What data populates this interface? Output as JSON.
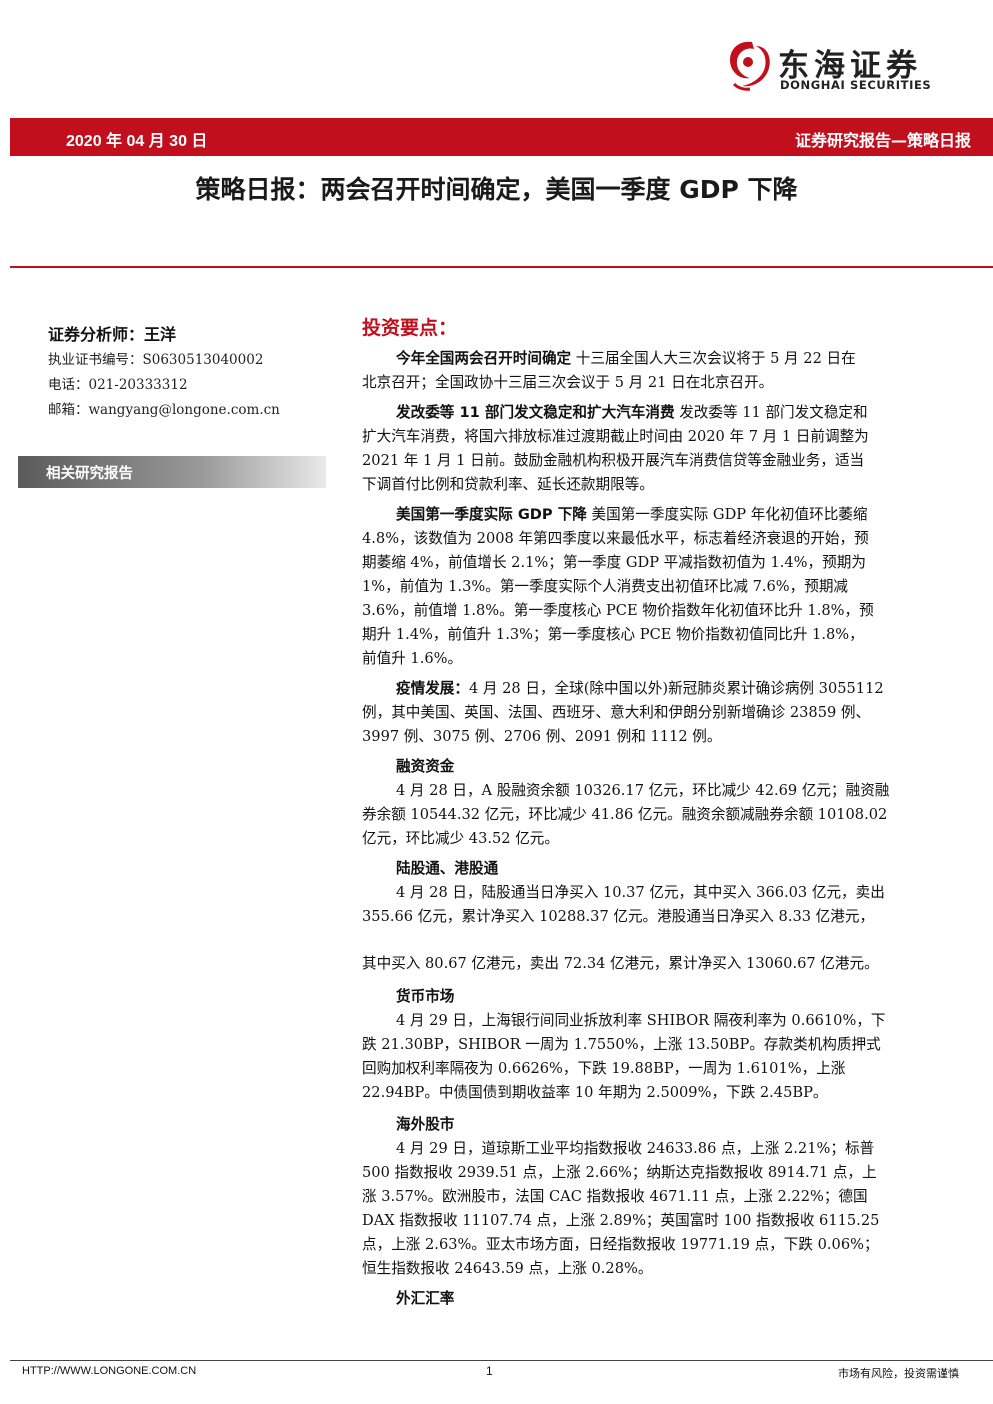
{
  "header": {
    "logo_cn": "东海证券",
    "logo_en": "DONGHAI SECURITIES",
    "date": "2020 年 04 月 30 日",
    "report_type": "证券研究报告—策略日报",
    "title": "策略日报：两会召开时间确定，美国一季度 GDP 下降"
  },
  "sidebar": {
    "analyst": "证券分析师：王洋",
    "cert": "执业证书编号：S0630513040002",
    "phone": "电话：021-20333312",
    "email": "邮箱：wangyang@longone.com.cn",
    "related": "相关研究报告"
  },
  "main": {
    "section_title": "投资要点：",
    "lines": [
      {
        "bold": "今年全国两会召开时间确定",
        "text": " 十三届全国人大三次会议将于 5 月 22 日在",
        "indent": 1
      },
      {
        "bold": "",
        "text": "北京召开；全国政协十三届三次会议于 5 月 21 日在北京召开。",
        "indent": 0
      },
      {
        "bold": "发改委等 11 部门发文稳定和扩大汽车消费",
        "text": " 发改委等 11 部门发文稳定和",
        "indent": 1
      },
      {
        "bold": "",
        "text": "扩大汽车消费，将国六排放标准过渡期截止时间由 2020 年 7 月 1 日前调整为",
        "indent": 0
      },
      {
        "bold": "",
        "text": "2021 年 1 月 1 日前。鼓励金融机构积极开展汽车消费信贷等金融业务，适当",
        "indent": 0
      },
      {
        "bold": "",
        "text": "下调首付比例和贷款利率、延长还款期限等。",
        "indent": 0
      },
      {
        "bold": "美国第一季度实际 GDP 下降",
        "text": " 美国第一季度实际 GDP 年化初值环比萎缩",
        "indent": 1
      },
      {
        "bold": "",
        "text": "4.8%，该数值为 2008 年第四季度以来最低水平，标志着经济衰退的开始，预",
        "indent": 0
      },
      {
        "bold": "",
        "text": "期萎缩 4%，前值增长 2.1%；第一季度 GDP 平减指数初值为 1.4%，预期为",
        "indent": 0
      },
      {
        "bold": "",
        "text": "1%，前值为 1.3%。第一季度实际个人消费支出初值环比减 7.6%，预期减",
        "indent": 0
      },
      {
        "bold": "",
        "text": "3.6%，前值增 1.8%。第一季度核心 PCE 物价指数年化初值环比升 1.8%，预",
        "indent": 0
      },
      {
        "bold": "",
        "text": "期升 1.4%，前值升 1.3%；第一季度核心 PCE 物价指数初值同比升 1.8%，",
        "indent": 0
      },
      {
        "bold": "",
        "text": "前值升 1.6%。",
        "indent": 0
      },
      {
        "bold": "疫情发展：",
        "text": "4 月 28 日，全球(除中国以外)新冠肺炎累计确诊病例 3055112",
        "indent": 1
      },
      {
        "bold": "",
        "text": "例，其中美国、英国、法国、西班牙、意大利和伊朗分别新增确诊 23859 例、",
        "indent": 0
      },
      {
        "bold": "",
        "text": "3997 例、3075 例、2706 例、2091 例和 1112 例。",
        "indent": 0
      },
      {
        "bold": "融资资金",
        "text": "",
        "indent": 1
      },
      {
        "bold": "",
        "text": "4 月 28 日，A 股融资余额 10326.17 亿元，环比减少 42.69 亿元；融资融",
        "indent": 1
      },
      {
        "bold": "",
        "text": "券余额 10544.32 亿元，环比减少 41.86 亿元。融资余额减融券余额 10108.02",
        "indent": 0
      },
      {
        "bold": "",
        "text": "亿元，环比减少 43.52 亿元。",
        "indent": 0
      },
      {
        "bold": "陆股通、港股通",
        "text": "",
        "indent": 1
      },
      {
        "bold": "",
        "text": "4 月 28 日，陆股通当日净买入 10.37 亿元，其中买入 366.03 亿元，卖出",
        "indent": 1
      },
      {
        "bold": "",
        "text": "355.66 亿元，累计净买入 10288.37 亿元。港股通当日净买入 8.33 亿港元，",
        "indent": 0
      },
      {
        "bold": "",
        "text": "其中买入 80.67 亿港元，卖出 72.34 亿港元，累计净买入 13060.67 亿港元。",
        "indent": 0
      },
      {
        "bold": "货币市场",
        "text": "",
        "indent": 1
      },
      {
        "bold": "",
        "text": "4 月 29 日，上海银行间同业拆放利率 SHIBOR 隔夜利率为 0.6610%，下",
        "indent": 1
      },
      {
        "bold": "",
        "text": "跌 21.30BP，SHIBOR 一周为 1.7550%，上涨 13.50BP。存款类机构质押式",
        "indent": 0
      },
      {
        "bold": "",
        "text": "回购加权利率隔夜为 0.6626%，下跌 19.88BP，一周为 1.6101%，上涨",
        "indent": 0
      },
      {
        "bold": "",
        "text": "22.94BP。中债国债到期收益率 10 年期为 2.5009%，下跌 2.45BP。",
        "indent": 0
      },
      {
        "bold": "海外股市",
        "text": "",
        "indent": 1
      },
      {
        "bold": "",
        "text": "4 月 29 日，道琼斯工业平均指数报收 24633.86 点，上涨 2.21%；标普",
        "indent": 1
      },
      {
        "bold": "",
        "text": "500 指数报收 2939.51 点，上涨 2.66%；纳斯达克指数报收 8914.71 点，上",
        "indent": 0
      },
      {
        "bold": "",
        "text": "涨 3.57%。欧洲股市，法国 CAC 指数报收 4671.11 点，上涨 2.22%；德国",
        "indent": 0
      },
      {
        "bold": "",
        "text": "DAX 指数报收 11107.74 点，上涨 2.89%；英国富时 100 指数报收 6115.25",
        "indent": 0
      },
      {
        "bold": "",
        "text": "点，上涨 2.63%。亚太市场方面，日经指数报收 19771.19 点，下跌 0.06%；",
        "indent": 0
      },
      {
        "bold": "",
        "text": "恒生指数报收 24643.59 点，上涨 0.28%。",
        "indent": 0
      },
      {
        "bold": "外汇汇率",
        "text": "",
        "indent": 1
      }
    ]
  },
  "footer": {
    "url": "HTTP://WWW.LONGONE.COM.CN",
    "page": "1",
    "risk": "市场有风险，投资需谨慎"
  }
}
